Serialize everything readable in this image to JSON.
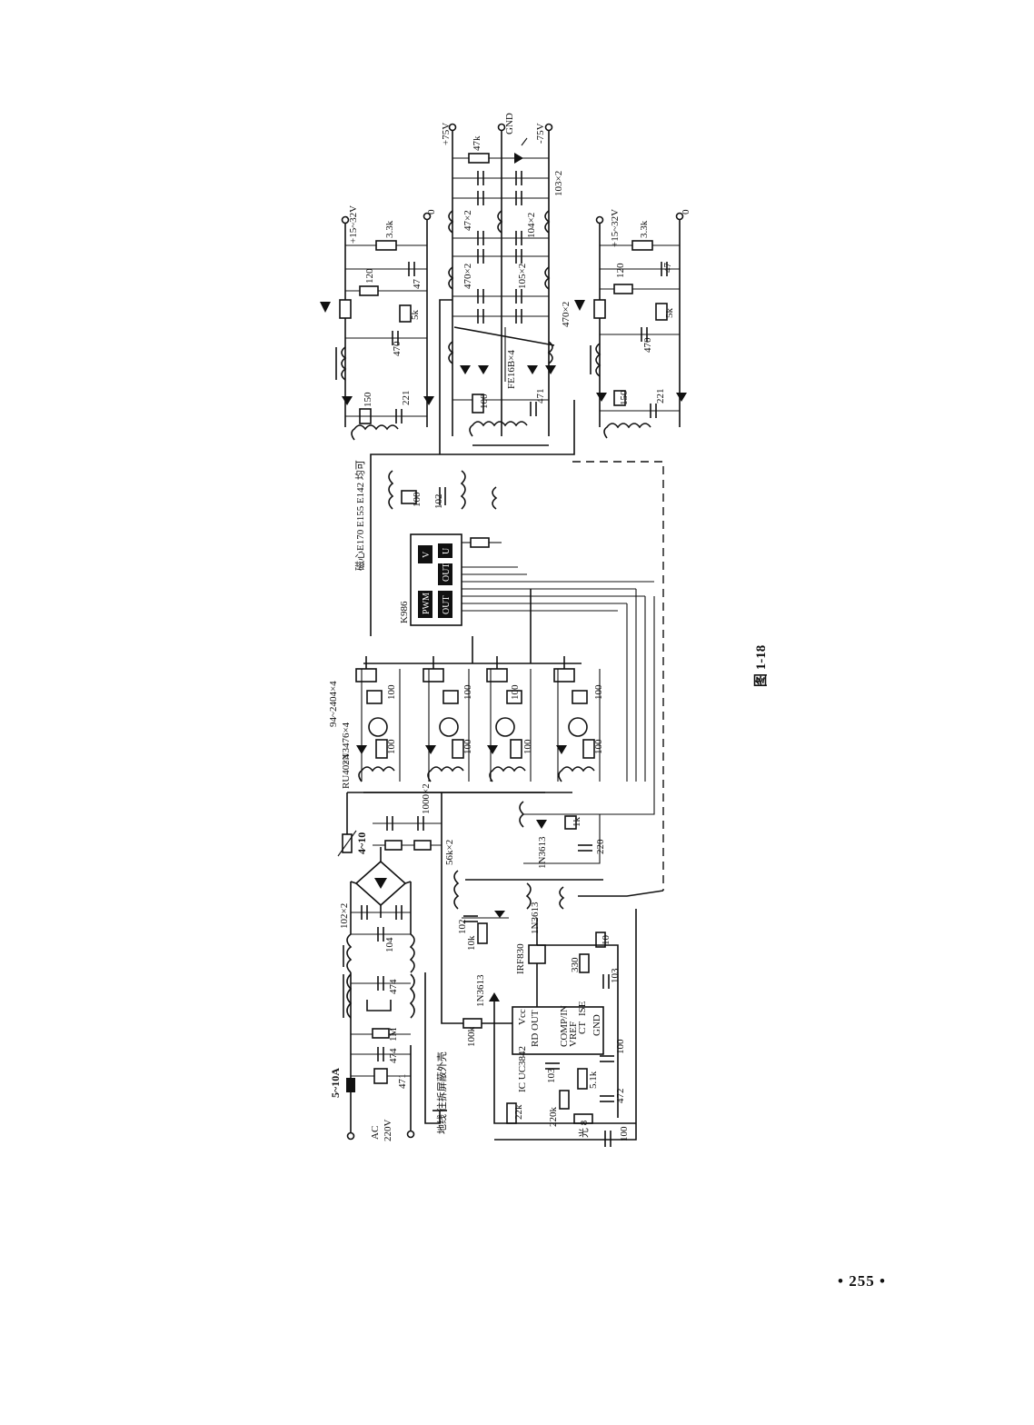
{
  "page_number": "• 255 •",
  "figure_caption": "图 1-18",
  "ac_input": {
    "label_ac": "AC",
    "label_voltage": "220V",
    "fuse": "5~10A",
    "ground_note": "地线\n往拆屏蔽外壳"
  },
  "input_filter": {
    "cap_102x2": "102×2",
    "cap_104": "104",
    "cap_474a": "474",
    "cap_474b": "474",
    "res_1m": "1M",
    "cap_471": "471",
    "ntc": "4~10"
  },
  "bulk": {
    "cap_1000x2": "1000×2",
    "res_56kx2": "56k×2"
  },
  "mosfet_stage": {
    "mosfets": "94~2404×4",
    "transistors": "2N3476×4",
    "diodes": "RU40×4",
    "resistor": "100"
  },
  "controller_k986": {
    "chip": "K986",
    "block_pwm": "PWM",
    "block_out1": "OUT",
    "block_out2": "OUT",
    "block_v": "V",
    "block_u": "U",
    "res_100": "100",
    "cap_102": "102",
    "core_note": "磁心E170 E155 E142 均可"
  },
  "aux_supply": {
    "ic": "IC UC3842",
    "pins": [
      "Vcc",
      "RD OUT",
      "COMP/IN",
      "VREF",
      "CT",
      "ISE",
      "GND"
    ],
    "mosfet": "IRF830",
    "diode_a": "1N3613",
    "diode_b": "1N3613",
    "diode_c": "1N3613",
    "res_100k": "100k",
    "res_10k": "10k",
    "cap_102": "102",
    "res_330": "330",
    "cap_103a": "103",
    "cap_103b": "103",
    "res_220k": "220k",
    "res_5_1k": "5.1k",
    "res_22k": "22k",
    "cap_472": "472",
    "cap_100": "100",
    "cap_100b": "100",
    "res_10": "10",
    "res_1k": "1k",
    "cap_220": "220",
    "pot_note": "光\n8"
  },
  "rail_outputs": {
    "vp": "+75V",
    "gnd": "GND",
    "vn": "-75V",
    "res_47k": "47k",
    "cap_103x2": "103×2",
    "cap_47x2": "47×2",
    "cap_104x2": "104×2",
    "cap_470x2a": "470×2",
    "cap_105x2": "105×2",
    "cap_470x2b": "470×2",
    "rectifier": "FE16B×4",
    "res_100": "100",
    "cap_471": "471"
  },
  "aux_top": {
    "vout": "+15~32V",
    "zero": "0",
    "res_3_3k": "3.3k",
    "res_120": "120",
    "cap_47": "47",
    "pot_5k": "5k",
    "cap_470": "470",
    "res_150": "150",
    "cap_221": "221"
  },
  "aux_bottom": {
    "vout": "+15~32V",
    "zero": "0",
    "res_3_3k": "3.3k",
    "res_120": "120",
    "cap_47": "47",
    "pot_5k": "5k",
    "cap_470": "470",
    "res_150": "150",
    "cap_221": "221"
  }
}
